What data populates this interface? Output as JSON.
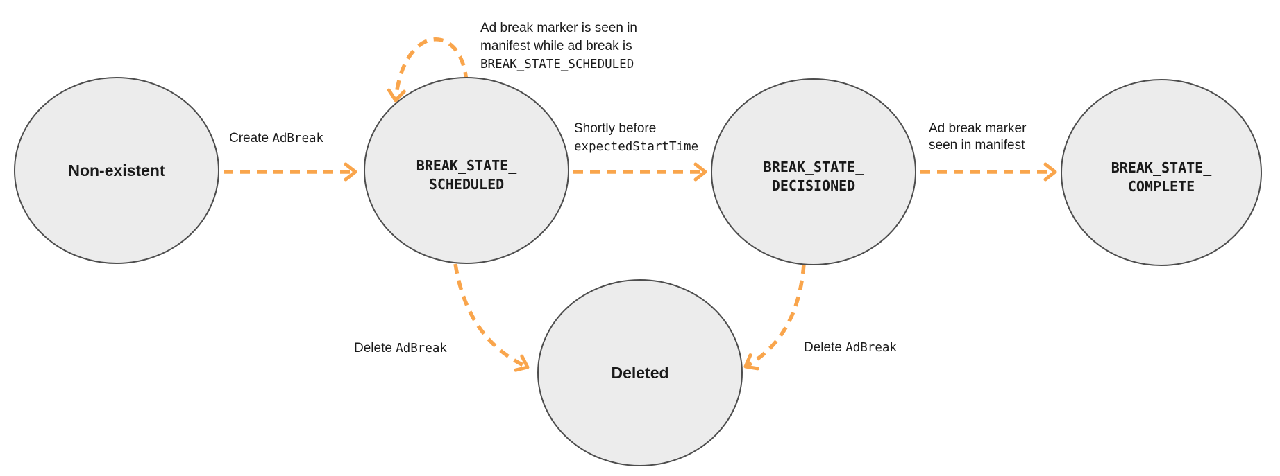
{
  "colors": {
    "arrow": "#F9A54C",
    "node_fill": "#ECECEC",
    "node_border": "#4D4D4D",
    "text": "#1A1A1A",
    "bg": "#FFFFFF"
  },
  "nodes": {
    "non_existent": {
      "label": "Non-existent"
    },
    "scheduled": {
      "line1": "BREAK_STATE_",
      "line2": "SCHEDULED"
    },
    "decisioned": {
      "line1": "BREAK_STATE_",
      "line2": "DECISIONED"
    },
    "complete": {
      "line1": "BREAK_STATE_",
      "line2": "COMPLETE"
    },
    "deleted": {
      "label": "Deleted"
    }
  },
  "edges": {
    "create": {
      "text": "Create ",
      "code": "AdBreak"
    },
    "self_loop": {
      "line1": "Ad break marker is seen in",
      "line2": "manifest while ad break is",
      "code": "BREAK_STATE_SCHEDULED"
    },
    "decision": {
      "text": "Shortly before",
      "code": "expectedStartTime"
    },
    "marker_seen": {
      "line1": "Ad break marker",
      "line2": "seen in manifest"
    },
    "delete_from_scheduled": {
      "text": "Delete ",
      "code": "AdBreak"
    },
    "delete_from_decisioned": {
      "text": "Delete ",
      "code": "AdBreak"
    }
  }
}
